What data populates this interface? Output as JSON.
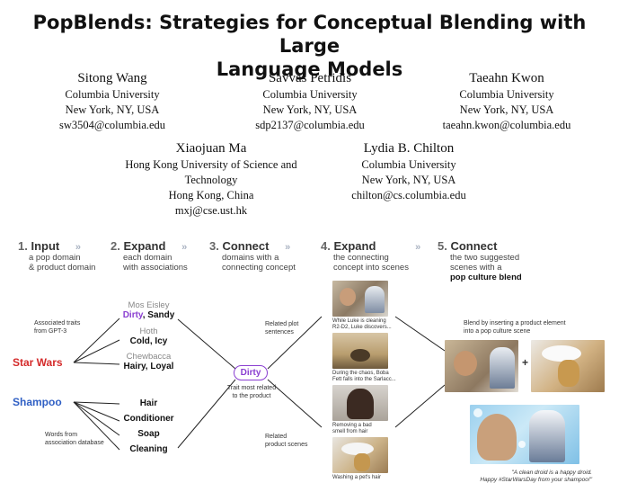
{
  "paper": {
    "title": "PopBlends: Strategies for Conceptual Blending with Large Language Models",
    "title_line1": "PopBlends: Strategies for Conceptual Blending with Large",
    "title_line2": "Language Models"
  },
  "authors": [
    {
      "name": "Sitong Wang",
      "affiliation": "Columbia University",
      "location": "New York, NY, USA",
      "email": "sw3504@columbia.edu"
    },
    {
      "name": "Savvas Petridis",
      "affiliation": "Columbia University",
      "location": "New York, NY, USA",
      "email": "sdp2137@columbia.edu"
    },
    {
      "name": "Taeahn Kwon",
      "affiliation": "Columbia University",
      "location": "New York, NY, USA",
      "email": "taeahn.kwon@columbia.edu"
    },
    {
      "name": "Xiaojuan Ma",
      "affiliation_line1": "Hong Kong University of Science and",
      "affiliation_line2": "Technology",
      "location": "Hong Kong, China",
      "email": "mxj@cse.ust.hk"
    },
    {
      "name": "Lydia B. Chilton",
      "affiliation": "Columbia University",
      "location": "New York, NY, USA",
      "email": "chilton@cs.columbia.edu"
    }
  ],
  "figure": {
    "steps": [
      {
        "num": "1.",
        "label": "Input",
        "desc1": "a pop domain",
        "desc2": "& product domain"
      },
      {
        "num": "2.",
        "label": "Expand",
        "desc1": "each domain",
        "desc2": "with associations"
      },
      {
        "num": "3.",
        "label": "Connect",
        "desc1": "domains with a",
        "desc2": "connecting concept"
      },
      {
        "num": "4.",
        "label": "Expand",
        "desc1": "the connecting",
        "desc2": "concept into scenes"
      },
      {
        "num": "5.",
        "label": "Connect",
        "desc1": "the two suggested",
        "desc2": "scenes with a",
        "desc3": "pop culture blend"
      }
    ],
    "chevrons": "»",
    "pop_domain": "Star Wars",
    "product_domain": "Shampoo",
    "note_traits": [
      "Associated traits",
      "from GPT-3"
    ],
    "note_words": [
      "Words from",
      "association database"
    ],
    "star_wars_associations": [
      {
        "source": "Mos Eisley",
        "trait_highlight": "Dirty",
        "trait_rest": ", Sandy"
      },
      {
        "source": "Hoth",
        "trait": "Cold, Icy"
      },
      {
        "source": "Chewbacca",
        "trait": "Hairy, Loyal"
      }
    ],
    "shampoo_associations": [
      "Hair",
      "Conditioner",
      "Soap",
      "Cleaning"
    ],
    "connecting_concept": "Dirty",
    "connecting_note": [
      "Trait most related",
      "to the product"
    ],
    "plot_note": [
      "Related plot",
      "sentences"
    ],
    "scenes_note": [
      "Related",
      "product scenes"
    ],
    "scene_captions": [
      [
        "While Luke is cleaning",
        "R2-D2, Luke discovers..."
      ],
      [
        "During the chaos, Boba",
        "Fett falls into the Sarlacc..."
      ],
      [
        "Removing a bad",
        "smell from hair"
      ],
      [
        "Washing a pet's hair"
      ]
    ],
    "blend_note": [
      "Blend by inserting a product element",
      "into a pop culture scene"
    ],
    "ad_caption": [
      "\"A clean droid is a happy droid.",
      "Happy #StarWarsDay from your shampoo!\""
    ],
    "colors": {
      "star_wars": "#d42a2a",
      "shampoo": "#2f5fc4",
      "dirty": "#8a3fd1",
      "chevron": "#aab3c2"
    }
  }
}
